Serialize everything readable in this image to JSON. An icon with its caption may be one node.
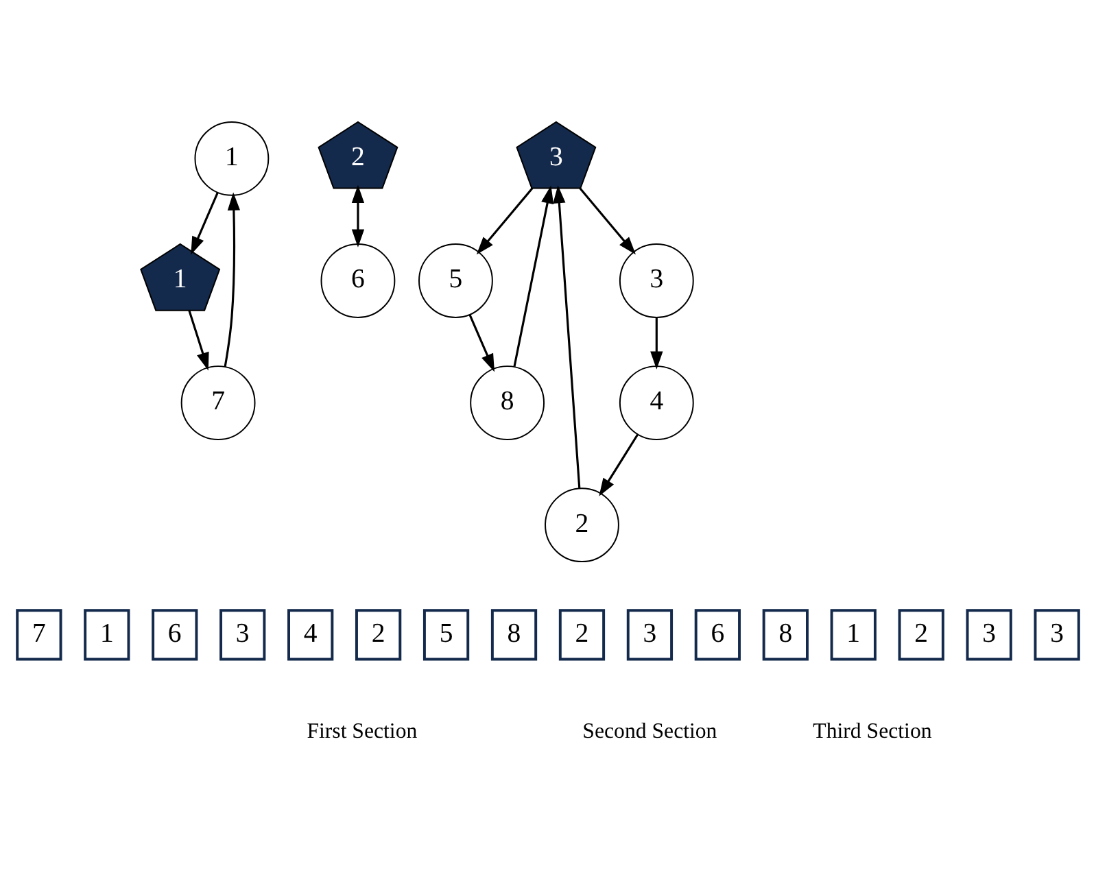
{
  "diagram": {
    "nodes": [
      {
        "text": [
          "1"
        ]
      },
      {
        "text": [
          "1"
        ]
      },
      {
        "text": [
          "7"
        ]
      },
      {
        "text": [
          "2"
        ]
      },
      {
        "text": [
          "6"
        ]
      },
      {
        "text": [
          "3"
        ]
      },
      {
        "text": [
          "3"
        ]
      },
      {
        "text": [
          "8"
        ]
      },
      {
        "text": [
          "5"
        ]
      },
      {
        "text": [
          "2"
        ]
      },
      {
        "text": [
          "4"
        ]
      },
      {
        "text": [
          "7"
        ]
      },
      {
        "text": [
          "1"
        ]
      },
      {
        "text": [
          "6"
        ]
      },
      {
        "text": [
          "3"
        ]
      },
      {
        "text": [
          "4"
        ]
      },
      {
        "text": [
          "2"
        ]
      },
      {
        "text": [
          "5"
        ]
      },
      {
        "text": [
          "8"
        ]
      },
      {
        "text": [
          "2"
        ]
      },
      {
        "text": [
          "3"
        ]
      },
      {
        "text": [
          "6"
        ]
      },
      {
        "text": [
          "8"
        ]
      },
      {
        "text": [
          "1"
        ]
      },
      {
        "text": [
          "2"
        ]
      },
      {
        "text": [
          "3"
        ]
      },
      {
        "text": [
          "3"
        ]
      }
    ],
    "edges": [
      {
        "from": 2,
        "to": 0,
        "arrow": "to"
      },
      {
        "from": 0,
        "to": 1,
        "arrow": "to"
      },
      {
        "from": 1,
        "to": 2,
        "arrow": "to"
      },
      {
        "from": 3,
        "to": 4,
        "arrow": "both"
      },
      {
        "from": 5,
        "to": 6,
        "arrow": "to"
      },
      {
        "from": 6,
        "to": 10,
        "arrow": "to"
      },
      {
        "from": 10,
        "to": 9,
        "arrow": "to"
      },
      {
        "from": 9,
        "to": 5,
        "arrow": "to"
      },
      {
        "from": 7,
        "to": 5,
        "arrow": "to"
      },
      {
        "from": 5,
        "to": 8,
        "arrow": "to"
      },
      {
        "from": 8,
        "to": 7,
        "arrow": "to"
      }
    ],
    "labels": [
      "First Section",
      "Second Section",
      "Third Section"
    ]
  }
}
